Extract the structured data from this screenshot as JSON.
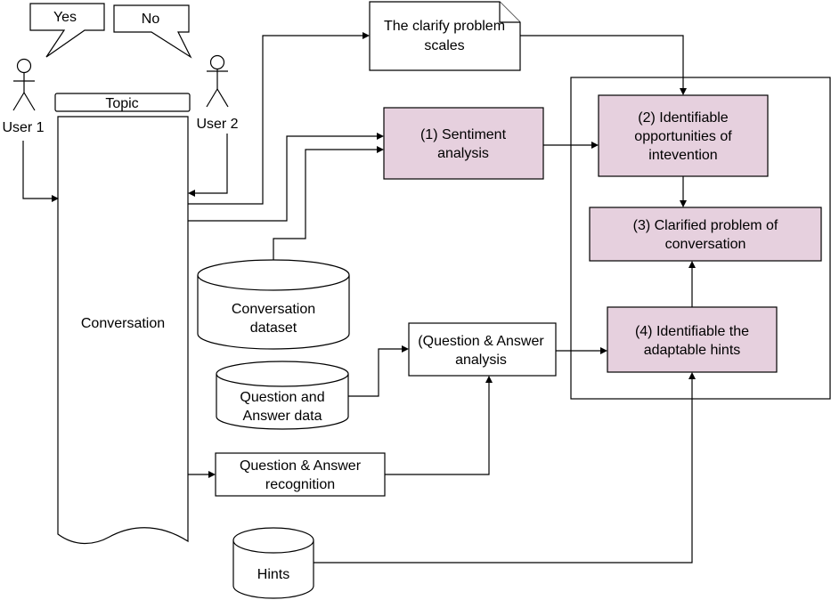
{
  "nodes": {
    "yes_bubble": "Yes",
    "no_bubble": "No",
    "user1": "User 1",
    "user2": "User 2",
    "topic": "Topic",
    "conversation": "Conversation",
    "clarify_scales": [
      "The clarify problem",
      "scales"
    ],
    "sentiment": [
      "(1) Sentiment",
      "analysis"
    ],
    "opportunities": [
      "(2) Identifiable",
      "opportunities of",
      "intevention"
    ],
    "clarified_problem": [
      "(3) Clarified problem of",
      "conversation"
    ],
    "adaptable_hints": [
      "(4) Identifiable the",
      "adaptable hints"
    ],
    "conversation_dataset": [
      "Conversation",
      "dataset"
    ],
    "qa_data": [
      "Question and",
      "Answer data"
    ],
    "qa_analysis": [
      "(Question & Answer",
      "analysis"
    ],
    "qa_recognition": [
      "Question & Answer",
      "recognition"
    ],
    "hints": "Hints"
  },
  "colors": {
    "process_fill": "#e6d0de",
    "stroke": "#000000",
    "background": "#ffffff"
  }
}
